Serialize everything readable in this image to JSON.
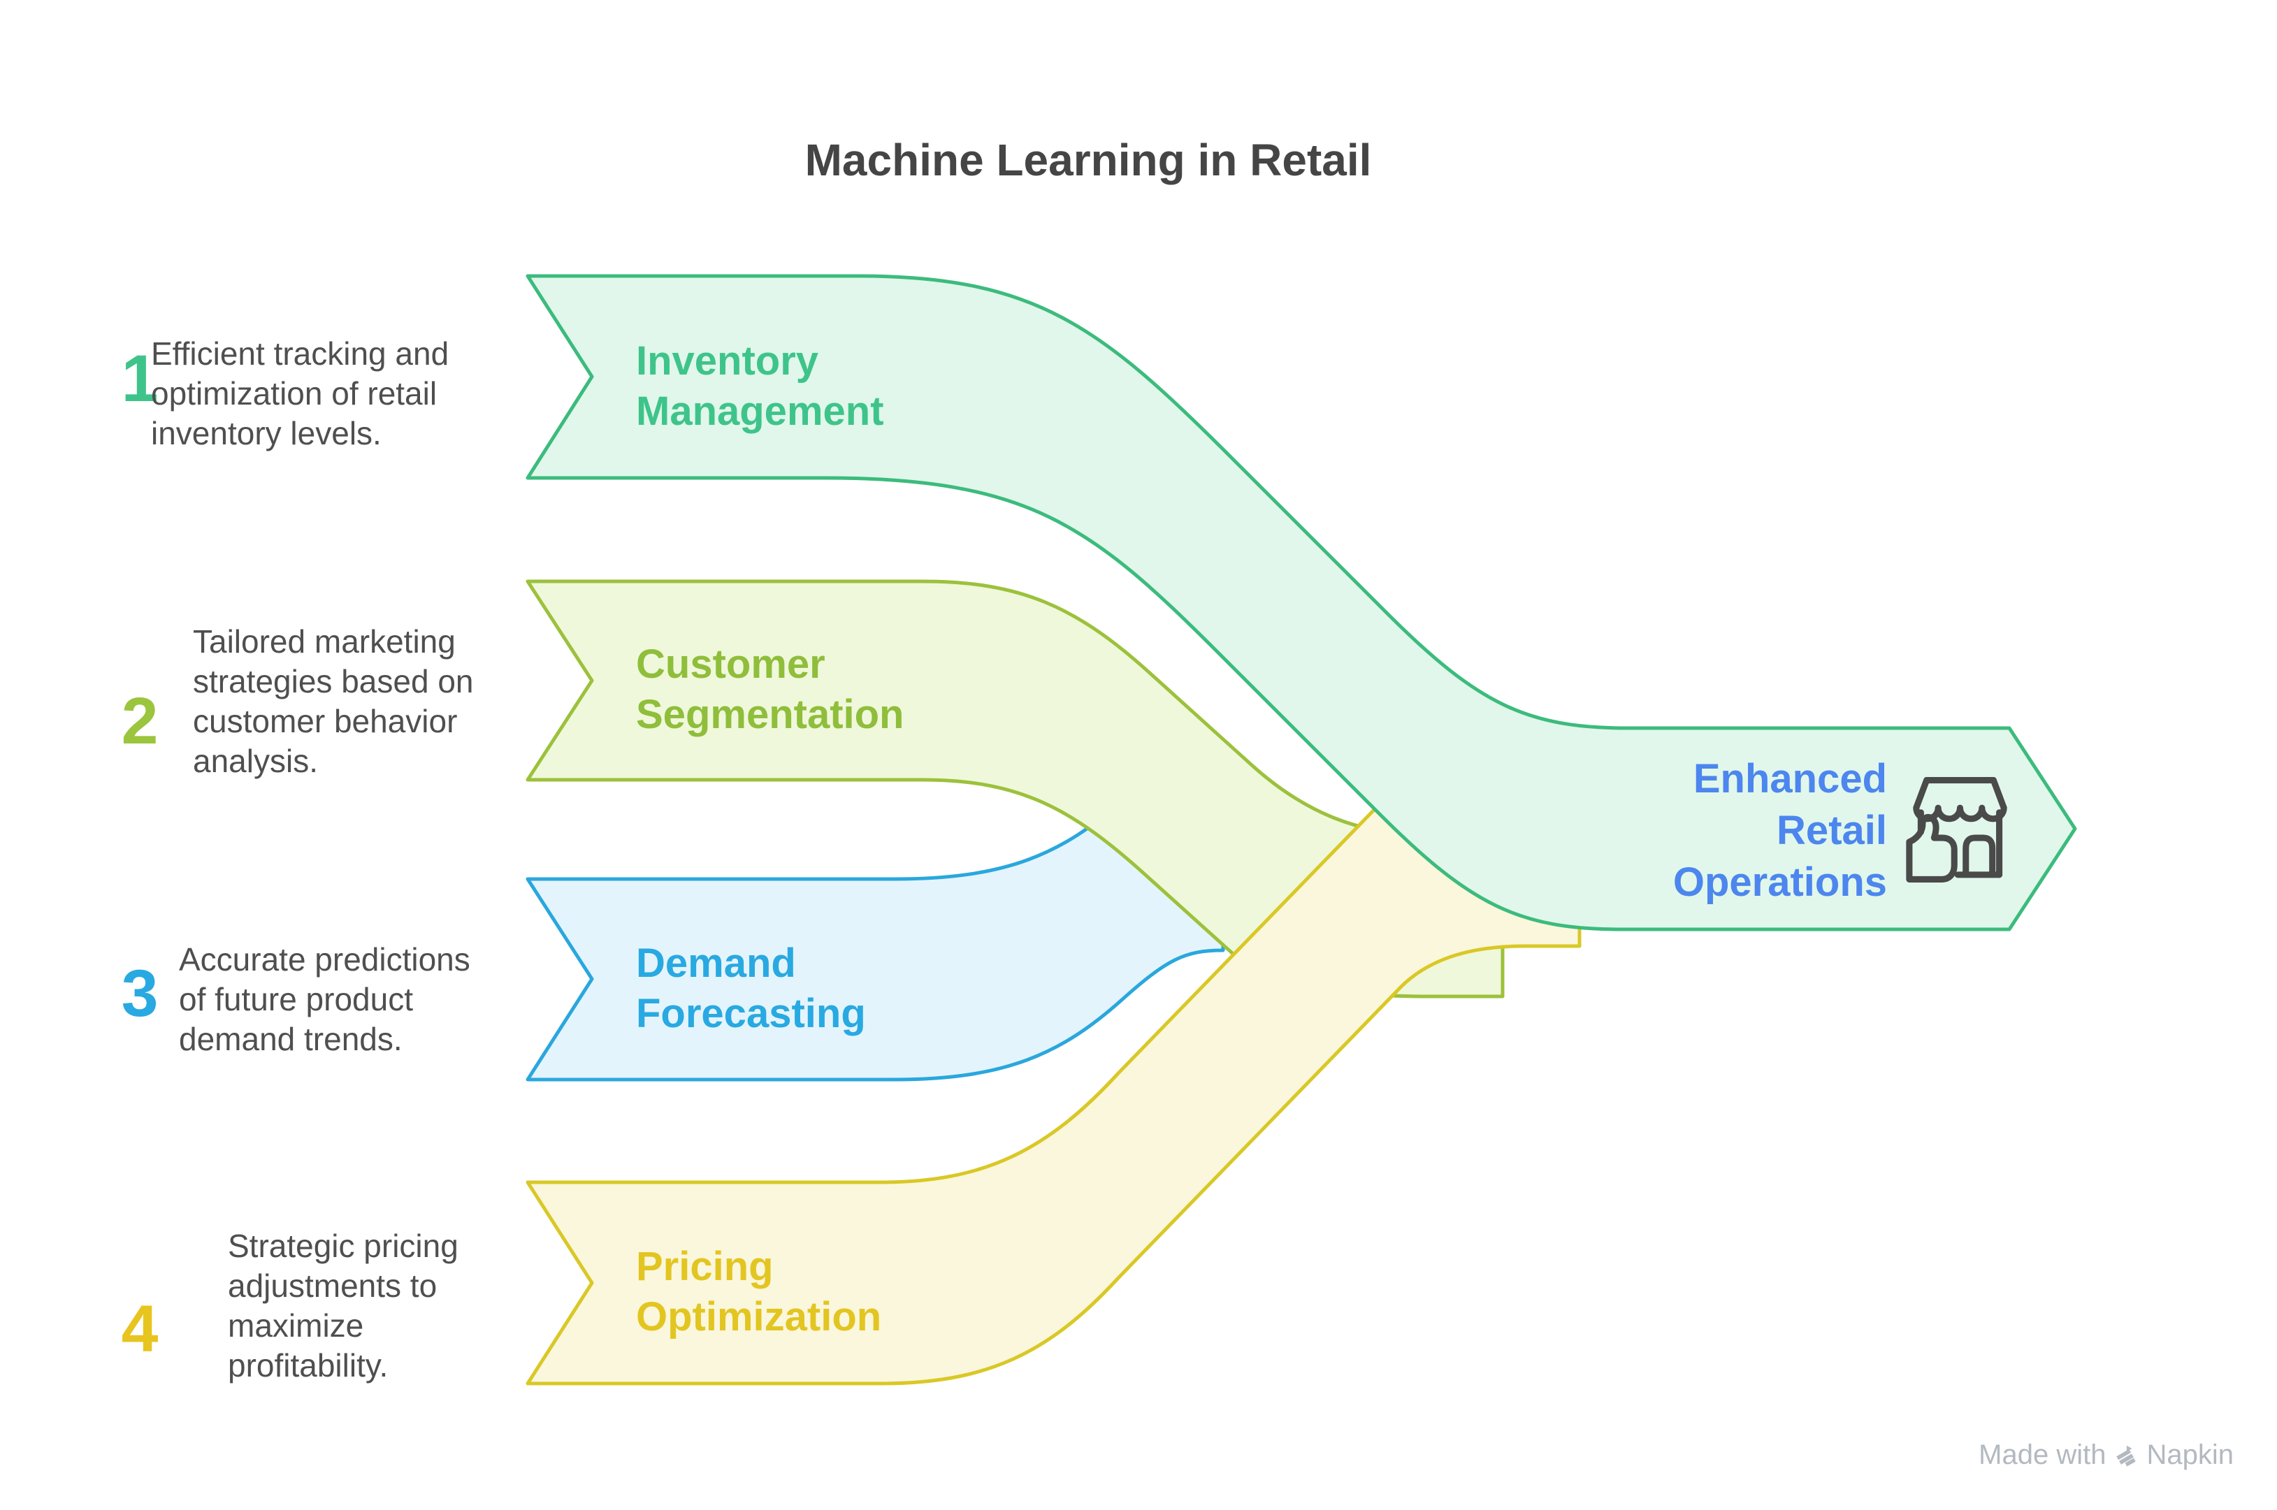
{
  "title": "Machine Learning in Retail",
  "items": [
    {
      "number": "1",
      "label": "Inventory Management",
      "description": "Efficient tracking and optimization of retail inventory levels.",
      "fill_color": "#e1f7eb",
      "stroke_color": "#3cbb7d",
      "text_color": "#3ec48a"
    },
    {
      "number": "2",
      "label": "Customer Segmentation",
      "description": "Tailored marketing strategies based on customer behavior analysis.",
      "fill_color": "#f0f8db",
      "stroke_color": "#9cc13c",
      "text_color": "#8fbe3b"
    },
    {
      "number": "3",
      "label": "Demand Forecasting",
      "description": "Accurate predictions of future product demand trends.",
      "fill_color": "#e4f4fc",
      "stroke_color": "#2aa7dd",
      "text_color": "#29a9e1"
    },
    {
      "number": "4",
      "label": "Pricing Optimization",
      "description": "Strategic pricing adjustments to maximize profitability.",
      "fill_color": "#fbf7dc",
      "stroke_color": "#d9c826",
      "text_color": "#e3c521"
    }
  ],
  "result": {
    "label": "Enhanced Retail Operations",
    "text_color": "#4c86ee",
    "icon": "storefront-thumbs-up-icon"
  },
  "footer": {
    "made_with": "Made with",
    "brand": "Napkin"
  },
  "background_color": "#ffffff",
  "title_color": "#454545",
  "description_color": "#4f4f4f"
}
